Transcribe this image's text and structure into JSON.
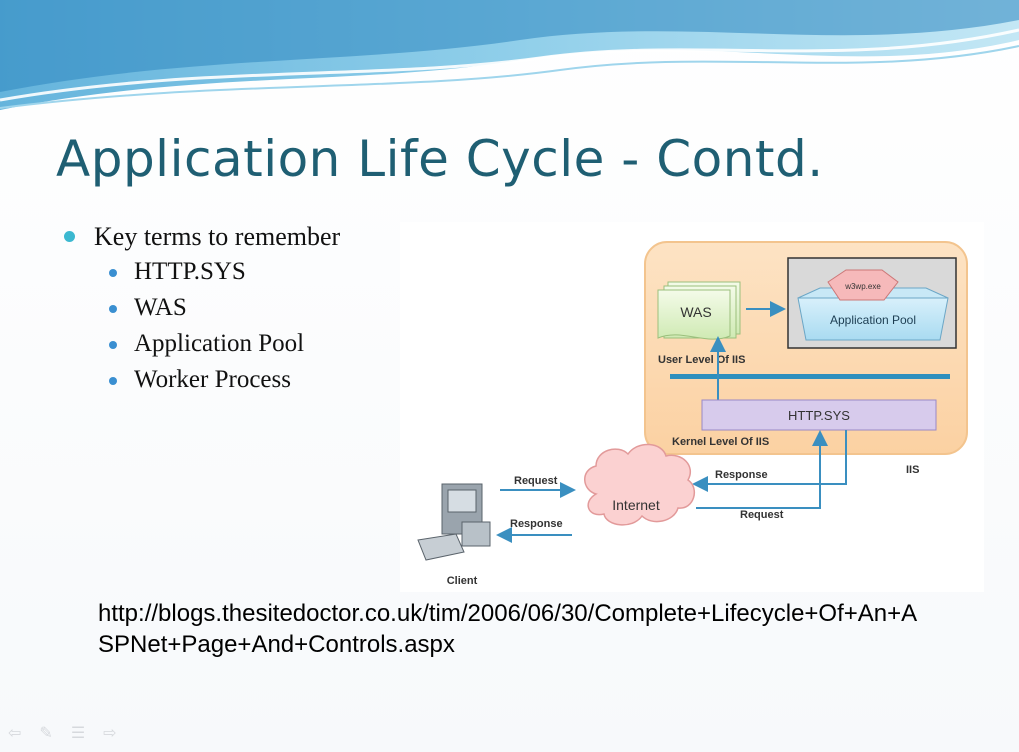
{
  "slide": {
    "title": "Application Life Cycle - Contd.",
    "bullet_main": "Key terms to remember",
    "sub_bullets": [
      "HTTP.SYS",
      "WAS",
      "Application Pool",
      "Worker Process"
    ],
    "url": "http://blogs.thesitedoctor.co.uk/tim/2006/06/30/Complete+Lifecycle+Of+An+ASPNet+Page+And+Controls.aspx"
  },
  "diagram": {
    "was": "WAS",
    "w3wp": "w3wp.exe",
    "app_pool": "Application Pool",
    "user_level": "User Level Of IIS",
    "http_sys": "HTTP.SYS",
    "kernel_level": "Kernel Level Of IIS",
    "iis": "IIS",
    "internet": "Internet",
    "response_top": "Response",
    "request_bottom": "Request",
    "client_request": "Request",
    "client_response": "Response",
    "client": "Client"
  },
  "nav": {
    "prev_icon": "arrow-left-icon",
    "pen_icon": "pen-icon",
    "menu_icon": "menu-icon",
    "next_icon": "arrow-right-icon"
  }
}
